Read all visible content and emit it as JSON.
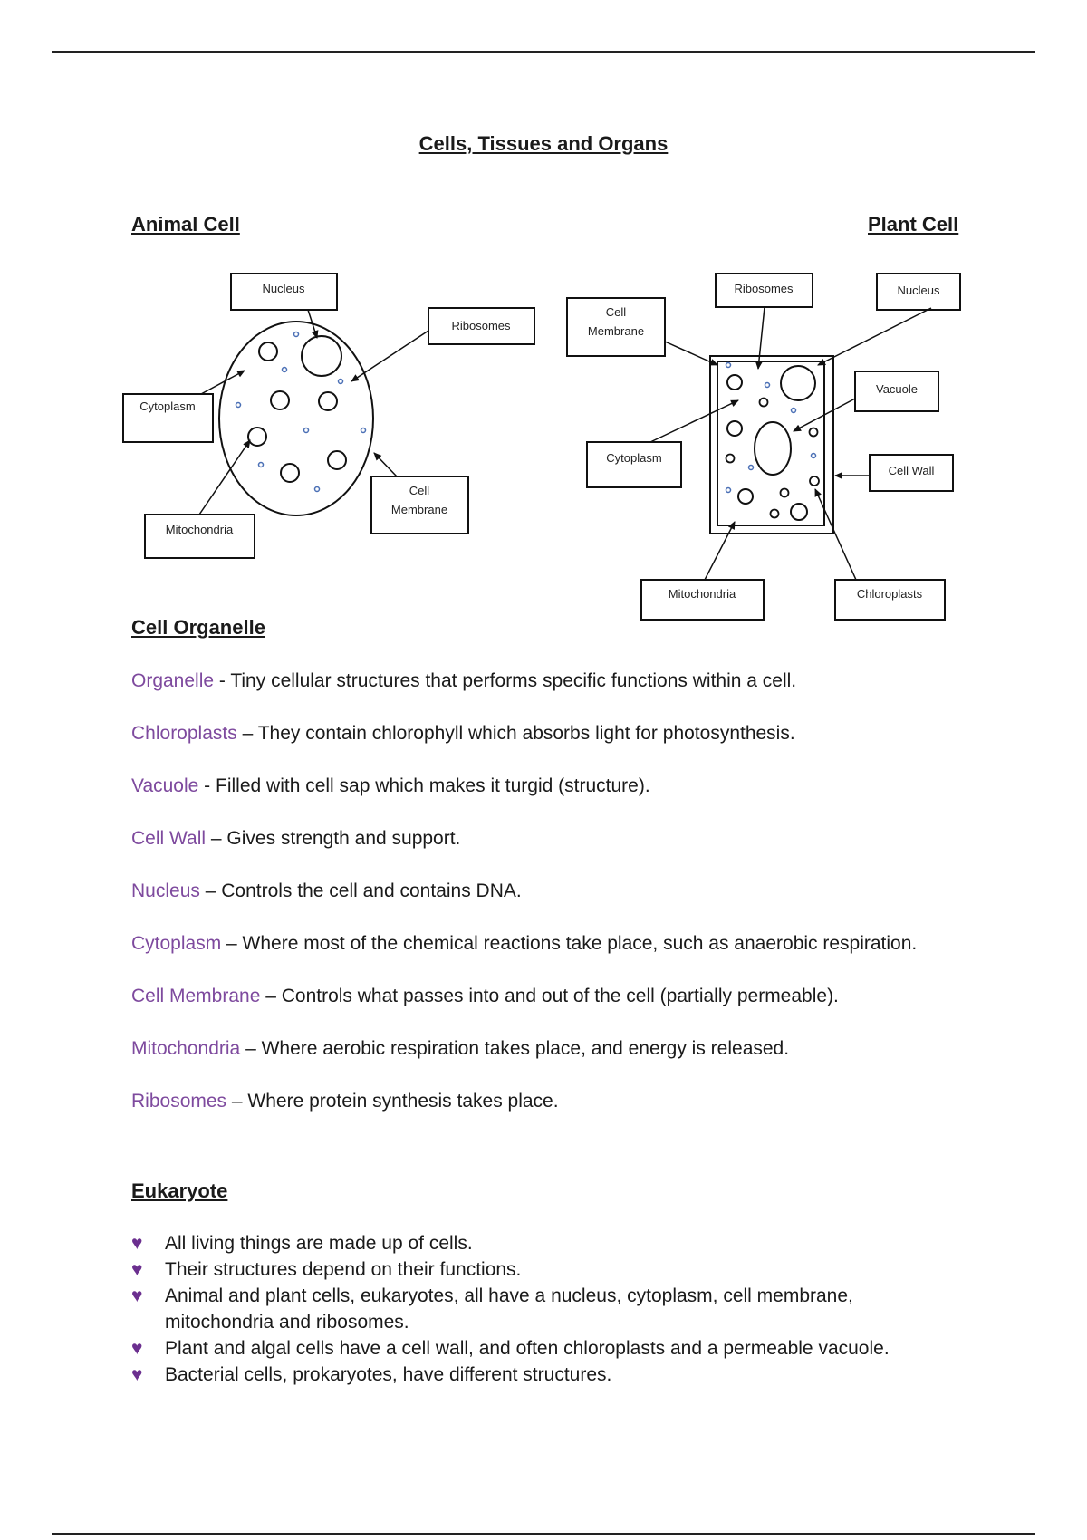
{
  "title": "Cells, Tissues and Organs",
  "animal_cell": {
    "heading": "Animal Cell",
    "labels": {
      "nucleus": "Nucleus",
      "ribosomes": "Ribosomes",
      "cytoplasm": "Cytoplasm",
      "mitochondria": "Mitochondria",
      "cell_membrane_1": "Cell",
      "cell_membrane_2": "Membrane"
    }
  },
  "plant_cell": {
    "heading": "Plant Cell",
    "labels": {
      "ribosomes": "Ribosomes",
      "nucleus": "Nucleus",
      "cell_membrane_1": "Cell",
      "cell_membrane_2": "Membrane",
      "vacuole": "Vacuole",
      "cytoplasm": "Cytoplasm",
      "cell_wall": "Cell Wall",
      "mitochondria": "Mitochondria",
      "chloroplasts": "Chloroplasts"
    }
  },
  "cell_organelle": {
    "heading": "Cell Organelle",
    "definitions": [
      {
        "term": "Organelle",
        "text": " - Tiny cellular structures that performs specific functions within a cell."
      },
      {
        "term": "Chloroplasts",
        "text": " – They contain chlorophyll which absorbs light for photosynthesis."
      },
      {
        "term": "Vacuole",
        "text": " - Filled with cell sap which makes it turgid (structure)."
      },
      {
        "term": "Cell Wall",
        "text": " – Gives strength and support."
      },
      {
        "term": "Nucleus",
        "text": " – Controls the cell and contains DNA."
      },
      {
        "term": "Cytoplasm",
        "text": " – Where most of the chemical reactions take place, such as anaerobic respiration."
      },
      {
        "term": "Cell Membrane",
        "text": " – Controls what passes into and out of the cell (partially permeable)."
      },
      {
        "term": "Mitochondria",
        "text": " – Where aerobic respiration takes place, and energy is released."
      },
      {
        "term": "Ribosomes",
        "text": " – Where protein synthesis takes place."
      }
    ]
  },
  "eukaryote": {
    "heading": "Eukaryote",
    "bullet_glyph": "♥",
    "bullets": [
      "All living things are made up of cells.",
      "Their structures depend on their functions.",
      "Animal and plant cells, eukaryotes, all have a nucleus, cytoplasm, cell membrane, mitochondria and ribosomes.",
      "Plant and algal cells have a cell wall, and often chloroplasts and a permeable vacuole.",
      "Bacterial cells, prokaryotes, have different structures."
    ]
  },
  "colors": {
    "term": "#7e4a9e",
    "bullet": "#6b2f8f",
    "ribosome_dot": "#4a6fb5"
  }
}
